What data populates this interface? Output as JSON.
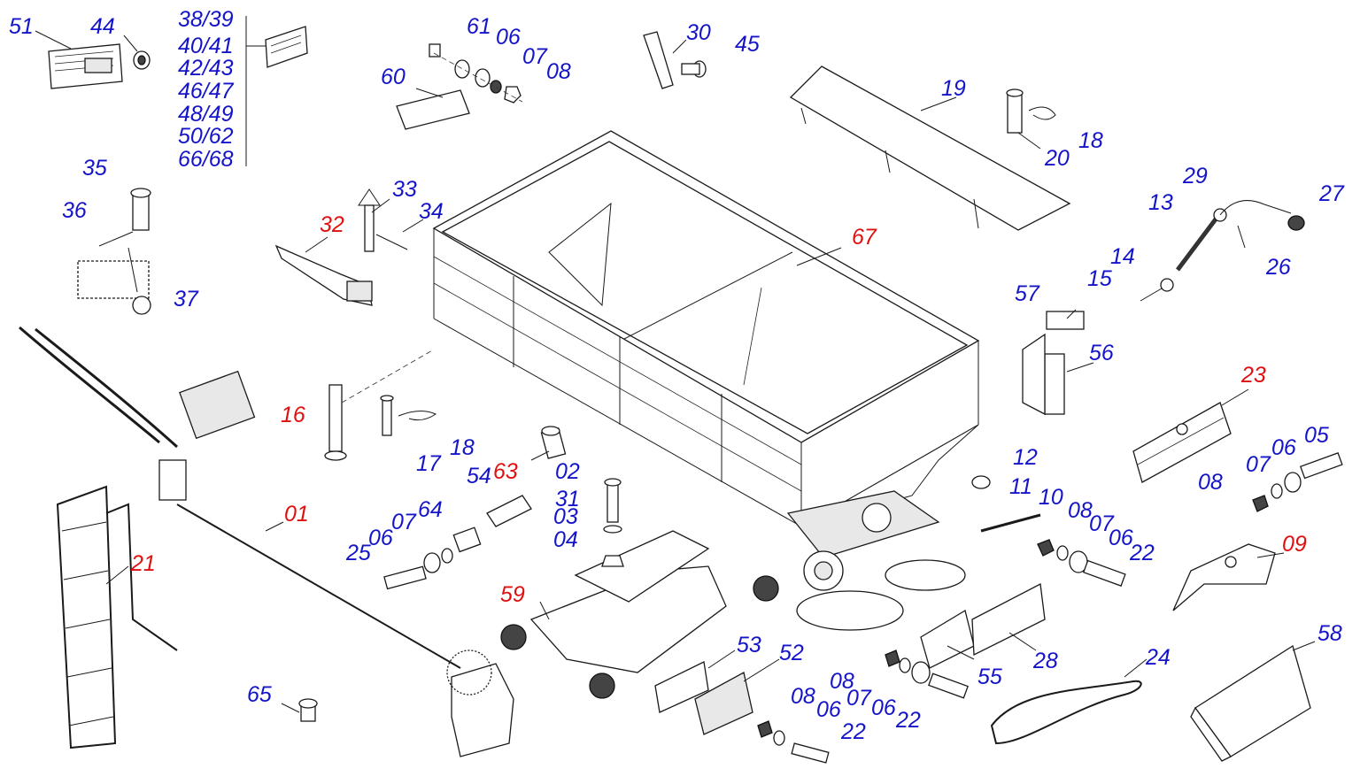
{
  "diagram": {
    "title": "",
    "colors": {
      "standard_label": "#1414c8",
      "highlight_label": "#e01010",
      "line": "#1a1a1a"
    },
    "labels": [
      {
        "id": "lbl-51",
        "text": "51",
        "color": "blue"
      },
      {
        "id": "lbl-44",
        "text": "44",
        "color": "blue"
      },
      {
        "id": "lbl-3839",
        "text": "38/39",
        "color": "blue"
      },
      {
        "id": "lbl-4041",
        "text": "40/41",
        "color": "blue"
      },
      {
        "id": "lbl-4243",
        "text": "42/43",
        "color": "blue"
      },
      {
        "id": "lbl-4647",
        "text": "46/47",
        "color": "blue"
      },
      {
        "id": "lbl-4849",
        "text": "48/49",
        "color": "blue"
      },
      {
        "id": "lbl-5062",
        "text": "50/62",
        "color": "blue"
      },
      {
        "id": "lbl-6668",
        "text": "66/68",
        "color": "blue"
      },
      {
        "id": "lbl-61",
        "text": "61",
        "color": "blue"
      },
      {
        "id": "lbl-06a",
        "text": "06",
        "color": "blue"
      },
      {
        "id": "lbl-07a",
        "text": "07",
        "color": "blue"
      },
      {
        "id": "lbl-08a",
        "text": "08",
        "color": "blue"
      },
      {
        "id": "lbl-60",
        "text": "60",
        "color": "blue"
      },
      {
        "id": "lbl-30",
        "text": "30",
        "color": "blue"
      },
      {
        "id": "lbl-45",
        "text": "45",
        "color": "blue"
      },
      {
        "id": "lbl-19",
        "text": "19",
        "color": "blue"
      },
      {
        "id": "lbl-20",
        "text": "20",
        "color": "blue"
      },
      {
        "id": "lbl-18a",
        "text": "18",
        "color": "blue"
      },
      {
        "id": "lbl-29",
        "text": "29",
        "color": "blue"
      },
      {
        "id": "lbl-27",
        "text": "27",
        "color": "blue"
      },
      {
        "id": "lbl-13",
        "text": "13",
        "color": "blue"
      },
      {
        "id": "lbl-26",
        "text": "26",
        "color": "blue"
      },
      {
        "id": "lbl-14",
        "text": "14",
        "color": "blue"
      },
      {
        "id": "lbl-15",
        "text": "15",
        "color": "blue"
      },
      {
        "id": "lbl-35",
        "text": "35",
        "color": "blue"
      },
      {
        "id": "lbl-36",
        "text": "36",
        "color": "blue"
      },
      {
        "id": "lbl-37",
        "text": "37",
        "color": "blue"
      },
      {
        "id": "lbl-33",
        "text": "33",
        "color": "blue"
      },
      {
        "id": "lbl-34",
        "text": "34",
        "color": "blue"
      },
      {
        "id": "lbl-32",
        "text": "32",
        "color": "red"
      },
      {
        "id": "lbl-67",
        "text": "67",
        "color": "red"
      },
      {
        "id": "lbl-57",
        "text": "57",
        "color": "blue"
      },
      {
        "id": "lbl-56",
        "text": "56",
        "color": "blue"
      },
      {
        "id": "lbl-23",
        "text": "23",
        "color": "red"
      },
      {
        "id": "lbl-16",
        "text": "16",
        "color": "red"
      },
      {
        "id": "lbl-17",
        "text": "17",
        "color": "blue"
      },
      {
        "id": "lbl-18b",
        "text": "18",
        "color": "blue"
      },
      {
        "id": "lbl-63",
        "text": "63",
        "color": "red"
      },
      {
        "id": "lbl-02",
        "text": "02",
        "color": "blue"
      },
      {
        "id": "lbl-31",
        "text": "31",
        "color": "blue"
      },
      {
        "id": "lbl-03",
        "text": "03",
        "color": "blue"
      },
      {
        "id": "lbl-04",
        "text": "04",
        "color": "blue"
      },
      {
        "id": "lbl-54",
        "text": "54",
        "color": "blue"
      },
      {
        "id": "lbl-64",
        "text": "64",
        "color": "blue"
      },
      {
        "id": "lbl-07b",
        "text": "07",
        "color": "blue"
      },
      {
        "id": "lbl-06b",
        "text": "06",
        "color": "blue"
      },
      {
        "id": "lbl-25",
        "text": "25",
        "color": "blue"
      },
      {
        "id": "lbl-01",
        "text": "01",
        "color": "red"
      },
      {
        "id": "lbl-21",
        "text": "21",
        "color": "red"
      },
      {
        "id": "lbl-59",
        "text": "59",
        "color": "red"
      },
      {
        "id": "lbl-12",
        "text": "12",
        "color": "blue"
      },
      {
        "id": "lbl-11",
        "text": "11",
        "color": "blue"
      },
      {
        "id": "lbl-10",
        "text": "10",
        "color": "blue"
      },
      {
        "id": "lbl-08b",
        "text": "08",
        "color": "blue"
      },
      {
        "id": "lbl-07c",
        "text": "07",
        "color": "blue"
      },
      {
        "id": "lbl-06c",
        "text": "06",
        "color": "blue"
      },
      {
        "id": "lbl-22a",
        "text": "22",
        "color": "blue"
      },
      {
        "id": "lbl-05",
        "text": "05",
        "color": "blue"
      },
      {
        "id": "lbl-06d",
        "text": "06",
        "color": "blue"
      },
      {
        "id": "lbl-07d",
        "text": "07",
        "color": "blue"
      },
      {
        "id": "lbl-08c",
        "text": "08",
        "color": "blue"
      },
      {
        "id": "lbl-09",
        "text": "09",
        "color": "red"
      },
      {
        "id": "lbl-65",
        "text": "65",
        "color": "blue"
      },
      {
        "id": "lbl-53",
        "text": "53",
        "color": "blue"
      },
      {
        "id": "lbl-52",
        "text": "52",
        "color": "blue"
      },
      {
        "id": "lbl-08d",
        "text": "08",
        "color": "blue"
      },
      {
        "id": "lbl-06e",
        "text": "06",
        "color": "blue"
      },
      {
        "id": "lbl-22b",
        "text": "22",
        "color": "blue"
      },
      {
        "id": "lbl-08e",
        "text": "08",
        "color": "blue"
      },
      {
        "id": "lbl-07e",
        "text": "07",
        "color": "blue"
      },
      {
        "id": "lbl-06f",
        "text": "06",
        "color": "blue"
      },
      {
        "id": "lbl-22c",
        "text": "22",
        "color": "blue"
      },
      {
        "id": "lbl-55",
        "text": "55",
        "color": "blue"
      },
      {
        "id": "lbl-28",
        "text": "28",
        "color": "blue"
      },
      {
        "id": "lbl-24",
        "text": "24",
        "color": "blue"
      },
      {
        "id": "lbl-58",
        "text": "58",
        "color": "blue"
      }
    ]
  }
}
